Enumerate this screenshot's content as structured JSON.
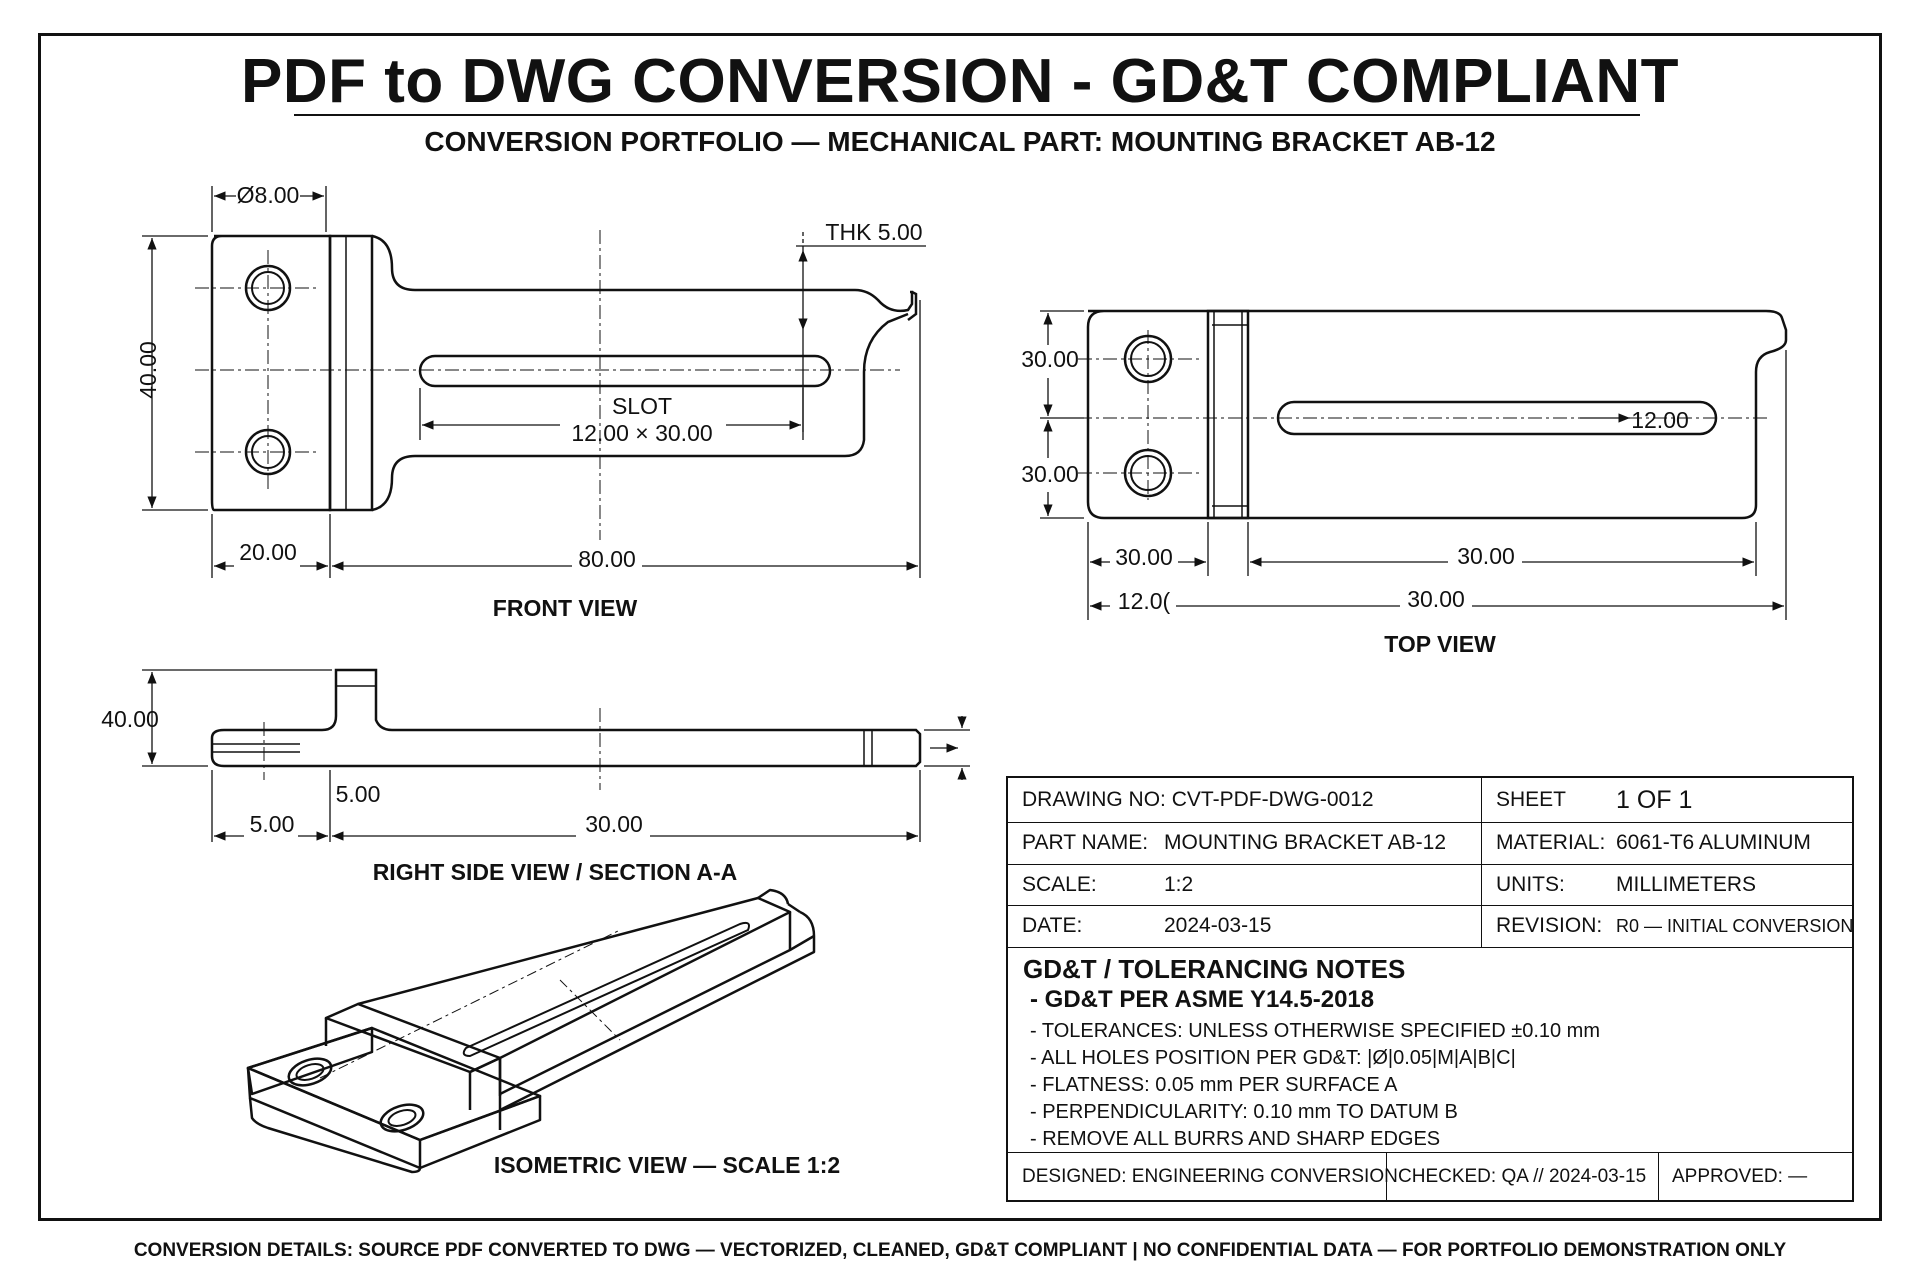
{
  "header": {
    "title": "PDF to DWG CONVERSION - GD&T COMPLIANT",
    "subtitle": "CONVERSION PORTFOLIO — MECHANICAL PART: MOUNTING BRACKET AB-12"
  },
  "views": {
    "front": {
      "label": "FRONT VIEW",
      "dims": {
        "hole_dia": "Ø8.00",
        "thk": "THK 5.00",
        "height": "40.00",
        "slot_label": "SLOT",
        "slot_size": "12.00 × 30.00",
        "flange_width": "20.00",
        "length": "80.00"
      }
    },
    "top": {
      "label": "TOP VIEW",
      "dims": {
        "upper_hole": "30.00",
        "lower_hole": "30.00",
        "slot_width": "12.00",
        "left_width": "30.00",
        "right_span": "30.00",
        "bottom_left": "12.0(",
        "bottom_right": "30.00"
      }
    },
    "side": {
      "label": "RIGHT SIDE VIEW / SECTION A-A",
      "dims": {
        "height": "40.00",
        "flange": "5.00",
        "left": "5.00",
        "length": "30.00"
      }
    },
    "iso": {
      "label": "ISOMETRIC VIEW — SCALE 1:2"
    }
  },
  "title_block": {
    "drawing_no_label": "DRAWING NO:",
    "drawing_no": "CVT-PDF-DWG-0012",
    "sheet_label": "SHEET",
    "sheet": "1 OF 1",
    "part_name_label": "PART NAME:",
    "part_name": "MOUNTING BRACKET AB-12",
    "material_label": "MATERIAL:",
    "material": "6061-T6 ALUMINUM",
    "scale_label": "SCALE:",
    "scale": "1:2",
    "units_label": "UNITS:",
    "units": "MILLIMETERS",
    "date_label": "DATE:",
    "date": "2024-03-15",
    "revision_label": "REVISION:",
    "revision": "R0 — INITIAL CONVERSION",
    "notes_heading": "GD&T / TOLERANCING NOTES",
    "notes_sub": "- GD&T PER ASME Y14.5-2018",
    "notes": [
      "- TOLERANCES: UNLESS OTHERWISE SPECIFIED ±0.10 mm",
      "- ALL HOLES POSITION PER GD&T:  |Ø|0.05|M|A|B|C|",
      "- FLATNESS: 0.05 mm PER SURFACE A",
      "- PERPENDICULARITY: 0.10 mm TO DATUM B",
      "- REMOVE ALL BURRS AND SHARP EDGES"
    ],
    "designed": "DESIGNED:  ENGINEERING CONVERSION",
    "checked": "CHECKED:  QA // 2024-03-15",
    "approved": "APPROVED:  —"
  },
  "footer": "CONVERSION DETAILS: SOURCE PDF CONVERTED TO DWG — VECTORIZED, CLEANED, GD&T COMPLIANT | NO CONFIDENTIAL DATA — FOR PORTFOLIO DEMONSTRATION ONLY"
}
